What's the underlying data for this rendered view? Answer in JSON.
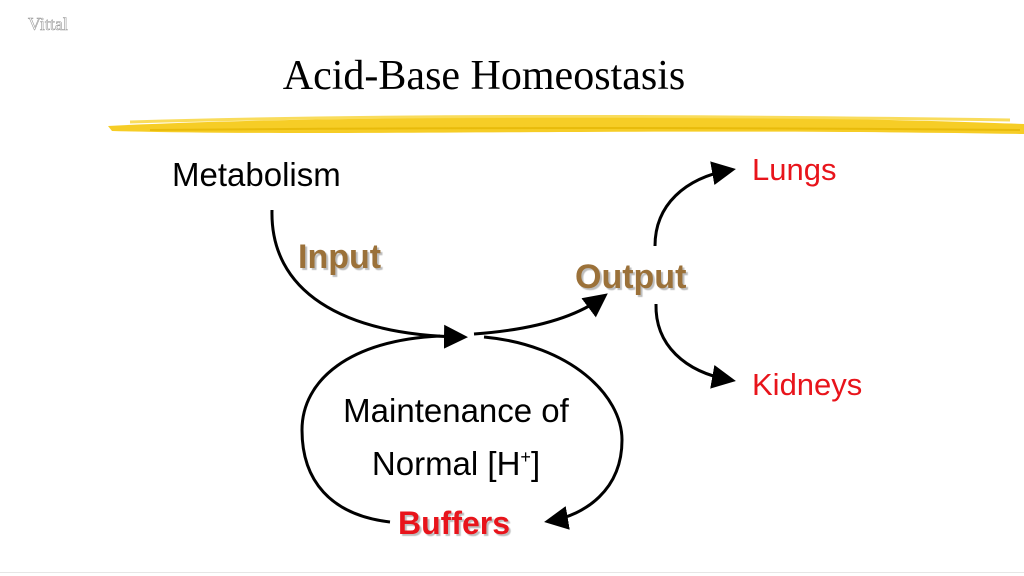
{
  "watermark": "Vittal",
  "title": "Acid-Base Homeostasis",
  "nodes": {
    "metabolism": "Metabolism",
    "input": "Input",
    "output": "Output",
    "lungs": "Lungs",
    "kidneys": "Kidneys",
    "maintenance_line1": "Maintenance of",
    "maintenance_line2": "Normal [H",
    "maintenance_sup": "+",
    "maintenance_close": "]",
    "buffers": "Buffers"
  },
  "colors": {
    "title": "#000000",
    "output_nodes": "#e8141b",
    "flow_labels": "#9b7139",
    "highlight_band": "#f5c400"
  }
}
